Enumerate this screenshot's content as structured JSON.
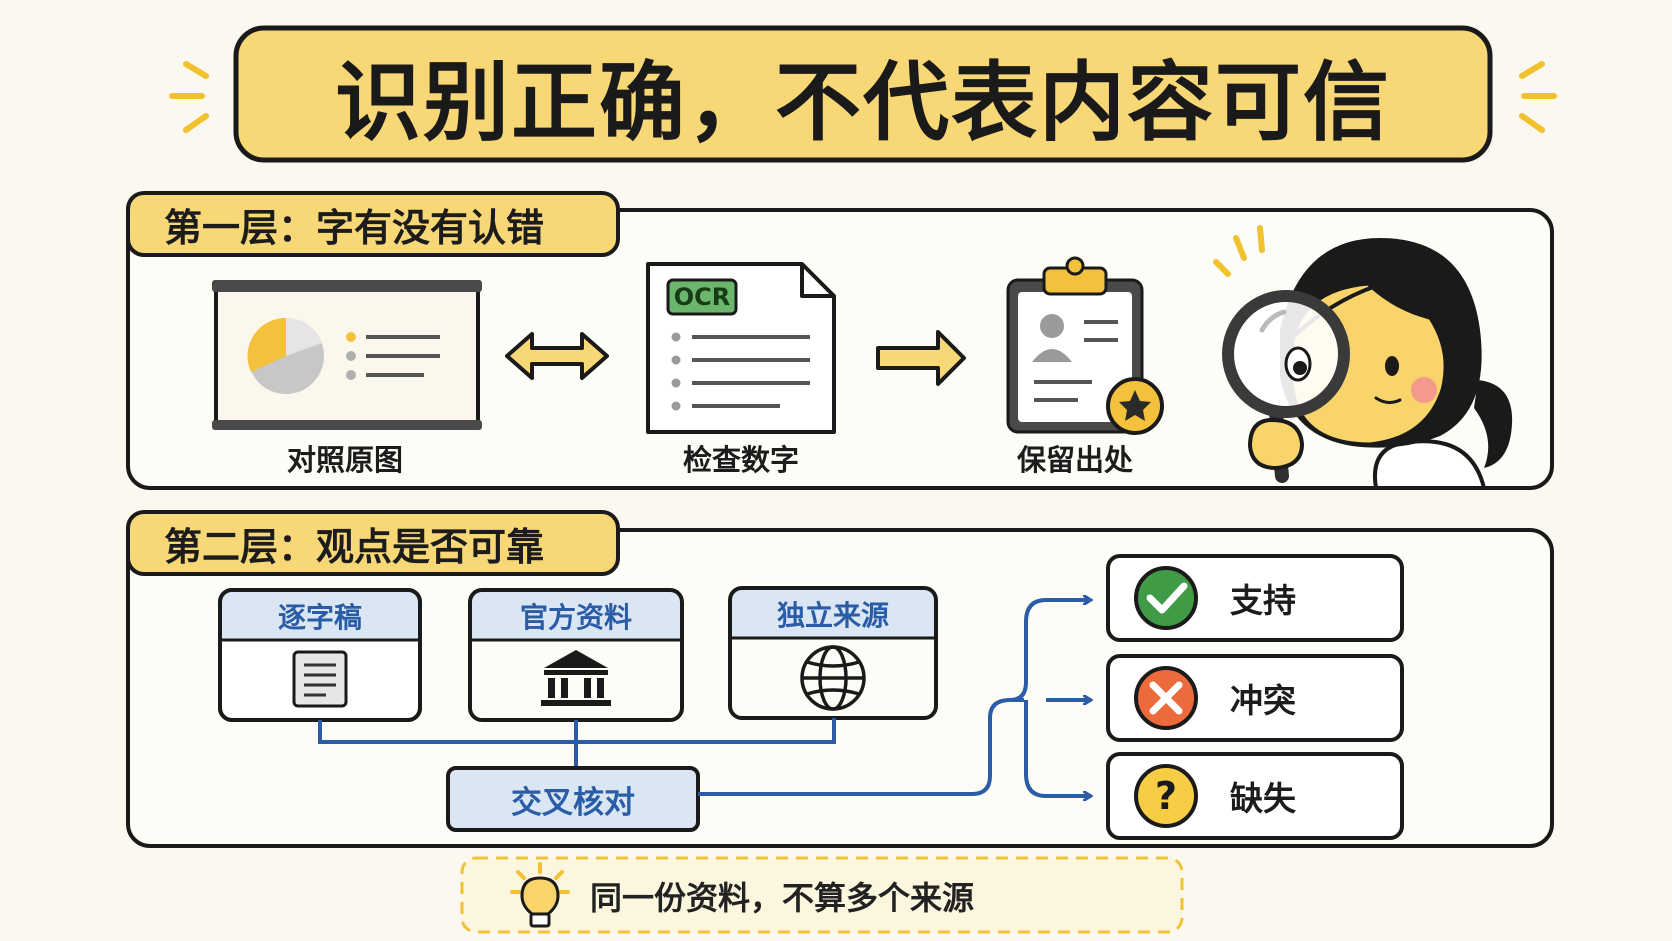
{
  "title": "识别正确，不代表内容可信",
  "section1": {
    "title": "第一层：字有没有认错",
    "steps": [
      {
        "caption": "对照原图",
        "icon": "slide-chart-icon"
      },
      {
        "caption": "检查数字",
        "icon": "ocr-document-icon",
        "badge": "OCR"
      },
      {
        "caption": "保留出处",
        "icon": "clipboard-id-icon"
      }
    ]
  },
  "section2": {
    "title": "第二层：观点是否可靠",
    "sources": [
      {
        "label": "逐字稿",
        "icon": "transcript-icon"
      },
      {
        "label": "官方资料",
        "icon": "bank-building-icon"
      },
      {
        "label": "独立来源",
        "icon": "globe-icon"
      }
    ],
    "cross_check": "交叉核对",
    "results": [
      {
        "label": "支持",
        "icon": "check-icon",
        "color": "#3f9b46"
      },
      {
        "label": "冲突",
        "icon": "cross-icon",
        "color": "#ec6a3c"
      },
      {
        "label": "缺失",
        "icon": "question-icon",
        "color": "#f7cd45",
        "symbol": "?"
      }
    ]
  },
  "tip": {
    "text": "同一份资料，不算多个来源",
    "icon": "lightbulb-icon"
  },
  "colors": {
    "accent_yellow": "#f8d777",
    "blue": "#2a5da5",
    "blue_fill": "#dbe6f5",
    "green": "#3f9b46",
    "orange": "#ec6a3c",
    "ink": "#1c1c1c"
  }
}
